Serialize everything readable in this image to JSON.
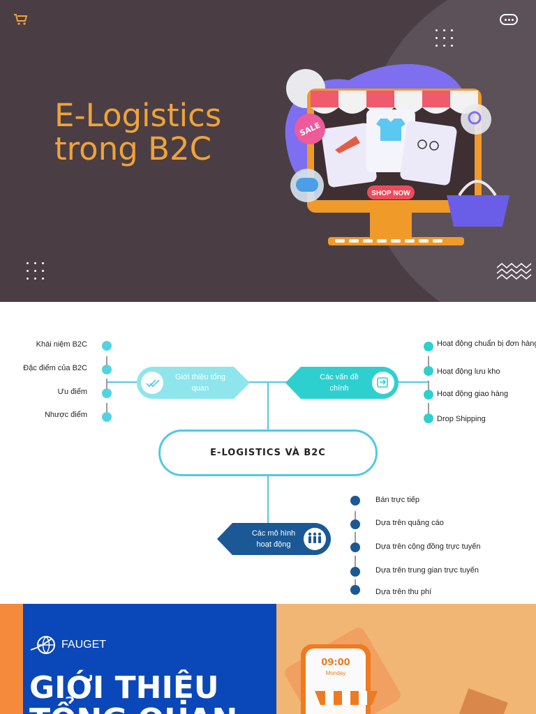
{
  "slide1": {
    "title_line1": "E-Logistics",
    "title_line2": "trong B2C",
    "sale_tag": "SALE",
    "shop_button": "SHOP NOW",
    "accent_color": "#f0a33a",
    "background_color": "#4a3e44"
  },
  "slide2": {
    "center_title": "E-LOGISTICS VÀ B2C",
    "left_hub": "Giới thiệu tổng quan",
    "right_hub": "Các vấn đề chính",
    "bottom_hub": "Các mô hình hoạt động",
    "left_items": [
      "Khái niệm B2C",
      "Đặc điểm của B2C",
      "Ưu điểm",
      "Nhược điểm"
    ],
    "right_items": [
      "Hoạt động chuẩn bị đơn hàng",
      "Hoạt động lưu kho",
      "Hoạt động giao hàng",
      "Drop Shipping"
    ],
    "bottom_items": [
      "Bán trực tiếp",
      "Dựa trên quảng cáo",
      "Dựa trên cộng đồng trực tuyến",
      "Dựa trên trung gian trực tuyến",
      "Dựa trên thu phí"
    ]
  },
  "slide3": {
    "brand": "FAUGET",
    "title_line1": "GIỚI THIỆU",
    "title_line2": "TỔNG QUAN",
    "clock_time": "09:00",
    "clock_day": "Monday"
  }
}
